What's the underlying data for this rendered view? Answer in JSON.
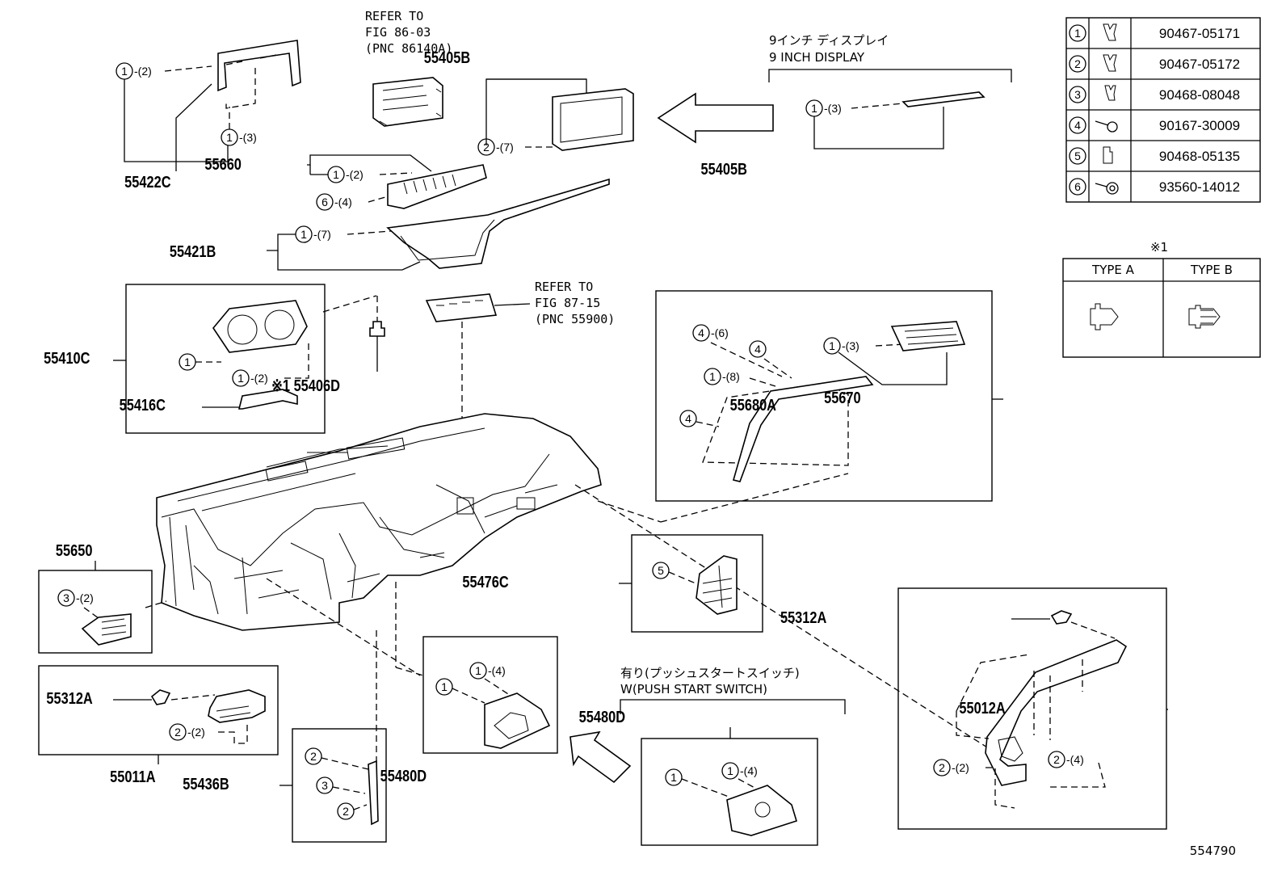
{
  "refs": {
    "fig_86": [
      "REFER TO",
      "FIG 86-03",
      "(PNC 86140A)"
    ],
    "fig_87": [
      "REFER TO",
      "FIG 87-15",
      "(PNC 55900)"
    ]
  },
  "display_note": {
    "jp": "9インチ ディスプレイ",
    "en": "9 INCH DISPLAY"
  },
  "push_start_note": {
    "jp": "有り(プッシュスタートスイッチ)",
    "en": "W(PUSH START SWITCH)"
  },
  "type_note": {
    "mark": "※1",
    "type_a": "TYPE A",
    "type_b": "TYPE B"
  },
  "part_table": [
    {
      "no": "1",
      "part": "90467-05171",
      "icon": "clip-icon"
    },
    {
      "no": "2",
      "part": "90467-05172",
      "icon": "clip-icon"
    },
    {
      "no": "3",
      "part": "90468-08048",
      "icon": "clip-icon"
    },
    {
      "no": "4",
      "part": "90167-30009",
      "icon": "screw-icon"
    },
    {
      "no": "5",
      "part": "90468-05135",
      "icon": "clip-icon"
    },
    {
      "no": "6",
      "part": "93560-14012",
      "icon": "screw-icon"
    }
  ],
  "labels": {
    "p55405B_top": "55405B",
    "p55405B_right": "55405B",
    "p55422C": "55422C",
    "p55660": "55660",
    "p55421B": "55421B",
    "p55410C": "55410C",
    "p55416C": "55416C",
    "p55406D": "※1 55406D",
    "p55670": "55670",
    "p55680A": "55680A",
    "p55650": "55650",
    "p55476C": "55476C",
    "p55312A_left": "55312A",
    "p55011A": "55011A",
    "p55436B": "55436B",
    "p55480D_box": "55480D",
    "p55480D_top": "55480D",
    "p55312A_right": "55312A",
    "p55012A": "55012A"
  },
  "qty": {
    "q55422C_a": "-(2)",
    "q55422C_b": "-(3)",
    "q55660_a": "-(2)",
    "q55660_b": "-(4)",
    "q55421B": "-(7)",
    "q55405B": "-(7)",
    "q_display": "-(3)",
    "q55410C": "-(2)",
    "q55670_a": "-(6)",
    "q55670_b": "-(8)",
    "q55680A": "-(3)",
    "q55650": "-(2)",
    "q55011A": "-(2)",
    "q55480D_box": "-(4)",
    "q55480D_top": "-(4)",
    "q55012A_a": "-(2)",
    "q55012A_b": "-(4)"
  },
  "footer": {
    "code": "554790"
  }
}
